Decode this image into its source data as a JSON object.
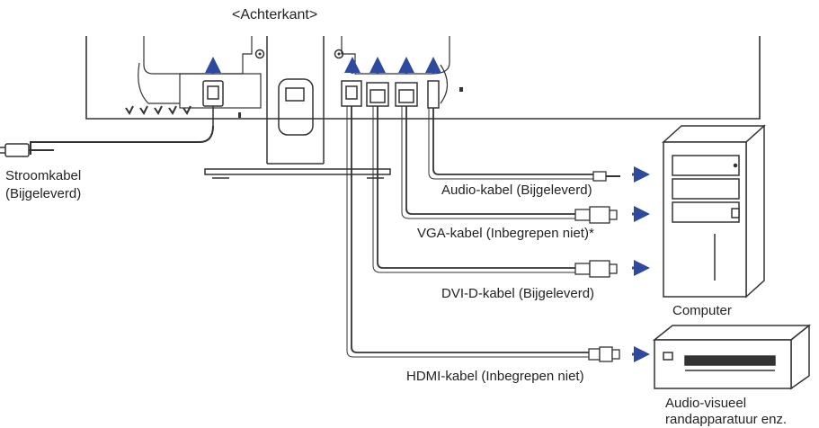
{
  "title": "<Achterkant>",
  "cables": {
    "power_line1": "Stroomkabel",
    "power_line2": "(Bijgeleverd)",
    "audio": "Audio-kabel (Bijgeleverd)",
    "vga": "VGA-kabel (Inbegrepen niet)*",
    "dvi": "DVI-D-kabel (Bijgeleverd)",
    "hdmi": "HDMI-kabel (Inbegrepen niet)"
  },
  "devices": {
    "computer": "Computer",
    "av_line1": "Audio-visueel",
    "av_line2": "randapparatuur enz."
  },
  "colors": {
    "line": "#333333",
    "arrow": "#2e4a9e",
    "panel_fill": "#ffffff"
  }
}
